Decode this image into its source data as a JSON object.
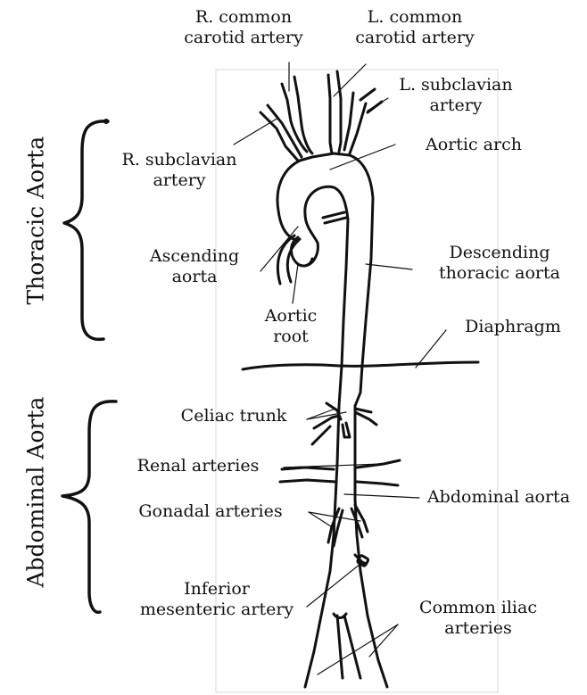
{
  "groups": {
    "thoracic": "Thoracic Aorta",
    "abdominal": "Abdominal Aorta"
  },
  "labels": {
    "r_common_carotid": "R. common\ncarotid artery",
    "l_common_carotid": "L. common\ncarotid artery",
    "l_subclavian": "L. subclavian\nartery",
    "r_subclavian": "R. subclavian\nartery",
    "aortic_arch": "Aortic arch",
    "ascending_aorta": "Ascending\naorta",
    "descending_thoracic": "Descending\nthoracic aorta",
    "aortic_root": "Aortic\nroot",
    "diaphragm": "Diaphragm",
    "celiac_trunk": "Celiac trunk",
    "renal_arteries": "Renal arteries",
    "abdominal_aorta": "Abdominal aorta",
    "gonadal_arteries": "Gonadal arteries",
    "inferior_mesenteric": "Inferior\nmesenteric artery",
    "common_iliac": "Common iliac\narteries"
  }
}
